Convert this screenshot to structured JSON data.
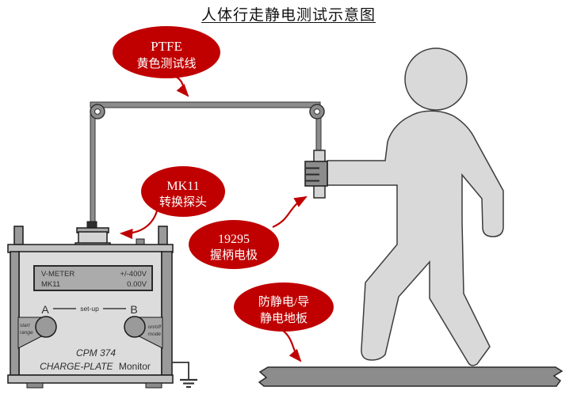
{
  "title": "人体行走静电测试示意图",
  "callouts": [
    {
      "line1": "PTFE",
      "line2": "黄色测试线"
    },
    {
      "line1": "MK11",
      "line2": "转换探头"
    },
    {
      "line1": "19295",
      "line2": "握柄电极"
    },
    {
      "line1": "防静电/导",
      "line2": "静电地板"
    }
  ],
  "monitor": {
    "display": {
      "row1_label": "V-METER",
      "row1_value": "+/-400V",
      "row2_label": "MK11",
      "row2_value": "0.00V"
    },
    "knob_a_label": "A",
    "knob_b_label": "B",
    "setup_label": "set-up",
    "knob_a_caption_line1": "start",
    "knob_a_caption_line2": "range",
    "knob_b_caption_line1": "on/off",
    "knob_b_caption_line2": "mode",
    "model": "CPM 374",
    "brand_italic": "CHARGE-PLATE",
    "brand_regular": "Monitor"
  },
  "colors": {
    "callout_red": "#C00000",
    "figure_gray": "#D9D9D9",
    "floor_gray": "#8C8C8C",
    "device_gray": "#DCDCDC",
    "metal_gray": "#9A9A9A",
    "display_gray": "#ABABAB"
  }
}
